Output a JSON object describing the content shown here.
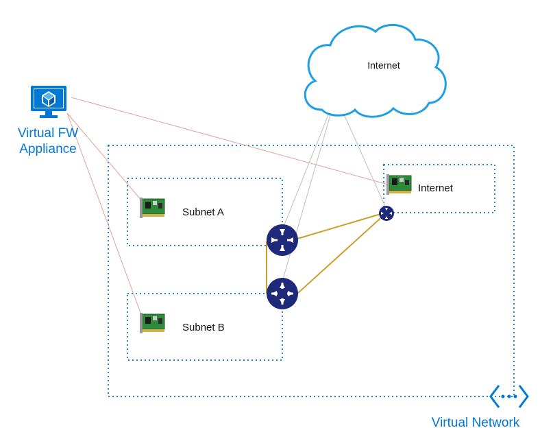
{
  "cloud": {
    "label": "Internet"
  },
  "appliance": {
    "label_line1": "Virtual FW",
    "label_line2": "Appliance",
    "icon": "monitor-cube-icon"
  },
  "vnet": {
    "label": "Virtual Network",
    "icon": "vnet-chevron-icon"
  },
  "subnets": [
    {
      "label": "Subnet A",
      "icon": "network-card-icon"
    },
    {
      "label": "Subnet B",
      "icon": "network-card-icon"
    },
    {
      "label": "Internet",
      "icon": "network-card-icon"
    }
  ],
  "routers": [
    {
      "icon": "router-icon"
    },
    {
      "icon": "router-icon"
    },
    {
      "icon": "router-icon"
    }
  ],
  "colors": {
    "accent": "#0078d4",
    "cloud_stroke": "#1e9fe0",
    "router": "#1f2a7a",
    "route_line": "#c8a028",
    "fw_line": "#e0a09a",
    "internet_line": "#bdbdbd",
    "subnet_border": "#1f86c8"
  }
}
